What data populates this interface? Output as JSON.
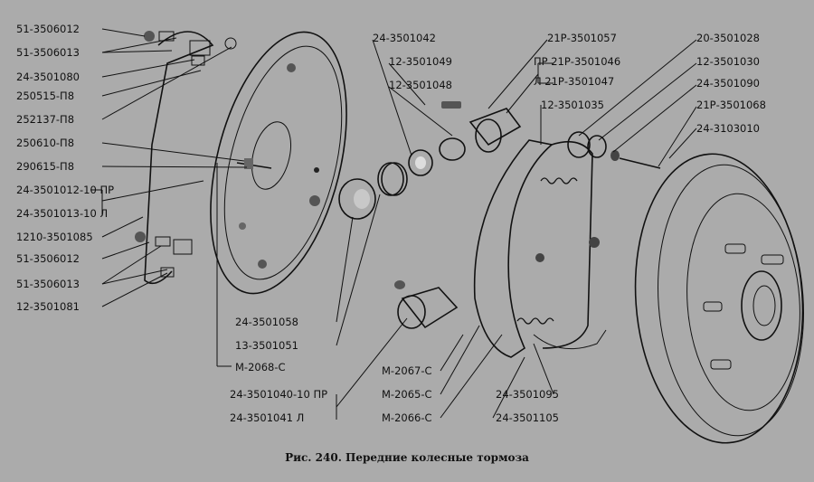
{
  "figure": {
    "caption": "Рис. 240. Передние колесные тормоза",
    "callouts_left": [
      "51-3506012",
      "51-3506013",
      "24-3501080",
      "250515-П8",
      "252137-П8",
      "250610-П8",
      "290615-П8",
      "24-3501012-10 ПР",
      "24-3501013-10 Л",
      "1210-3501085",
      "51-3506012",
      "51-3506013",
      "12-3501081"
    ],
    "callouts_top": [
      "24-3501042",
      "12-3501049",
      "12-3501048",
      "21Р-3501057",
      "ПР 21Р-3501046",
      "Л 21Р-3501047",
      "12-3501035",
      "20-3501028",
      "12-3501030",
      "24-3501090",
      "21Р-3501068",
      "24-3103010"
    ],
    "callouts_bottom": [
      "24-3501058",
      "13-3501051",
      "М-2068-С",
      "24-3501040-10 ПР",
      "24-3501041 Л",
      "М-2067-С",
      "М-2065-С",
      "М-2066-С",
      "24-3501095",
      "24-3501105"
    ]
  }
}
